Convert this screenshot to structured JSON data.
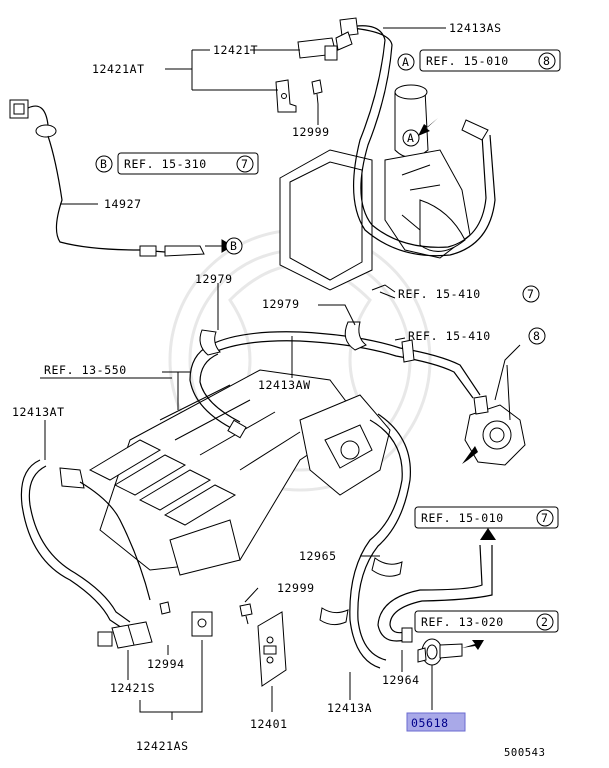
{
  "diagram_number": "500543",
  "part_labels": {
    "p12413AS": "12413AS",
    "p12421T": "12421T",
    "p12421AT": "12421AT",
    "p12999_top": "12999",
    "p14927": "14927",
    "p12979_left": "12979",
    "p12979_mid": "12979",
    "p12413AW": "12413AW",
    "p12413AT": "12413AT",
    "p12965": "12965",
    "p12999_bottom": "12999",
    "p12994": "12994",
    "p12421S": "12421S",
    "p12421AS": "12421AS",
    "p12401": "12401",
    "p12413A": "12413A",
    "p12964": "12964",
    "p05618": "05618"
  },
  "references": {
    "ref_15_010_8": {
      "text": "REF. 15-010",
      "num": "8"
    },
    "ref_15_310_7": {
      "text": "REF. 15-310",
      "num": "7"
    },
    "ref_15_410_7": {
      "text": "REF. 15-410",
      "num": "7"
    },
    "ref_15_410_8": {
      "text": "REF. 15-410",
      "num": "8"
    },
    "ref_13_550": {
      "text": "REF. 13-550"
    },
    "ref_15_010_7": {
      "text": "REF. 15-010",
      "num": "7"
    },
    "ref_13_020_2": {
      "text": "REF. 13-020",
      "num": "2"
    }
  },
  "markers": {
    "A": "A",
    "B": "B"
  },
  "colors": {
    "line": "#000000",
    "highlight_box": "#a9a9e8",
    "highlight_text": "#00008a",
    "watermark": "#e8e8e8"
  }
}
